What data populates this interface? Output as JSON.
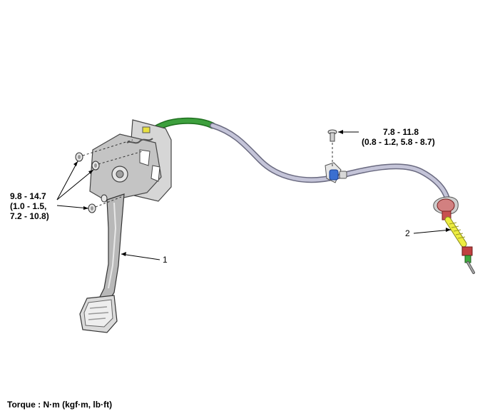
{
  "callouts": {
    "left_torque": {
      "line1": "9.8 - 14.7",
      "line2": "(1.0 - 1.5,",
      "line3": "7.2 - 10.8)"
    },
    "right_torque": {
      "line1": "7.8 - 11.8",
      "line2": "(0.8 - 1.2, 5.8 - 8.7)"
    }
  },
  "part_numbers": {
    "pedal": "1",
    "cable": "2"
  },
  "footer": {
    "torque_legend": "Torque : N·m (kgf·m, lb·ft)"
  },
  "colors": {
    "cable_green": "#2f8f2f",
    "cable_gray": "#a8a8c0",
    "cable_yellow": "#e8e830",
    "grommet_red": "#c05050",
    "bracket_gray": "#c8c8c8"
  }
}
